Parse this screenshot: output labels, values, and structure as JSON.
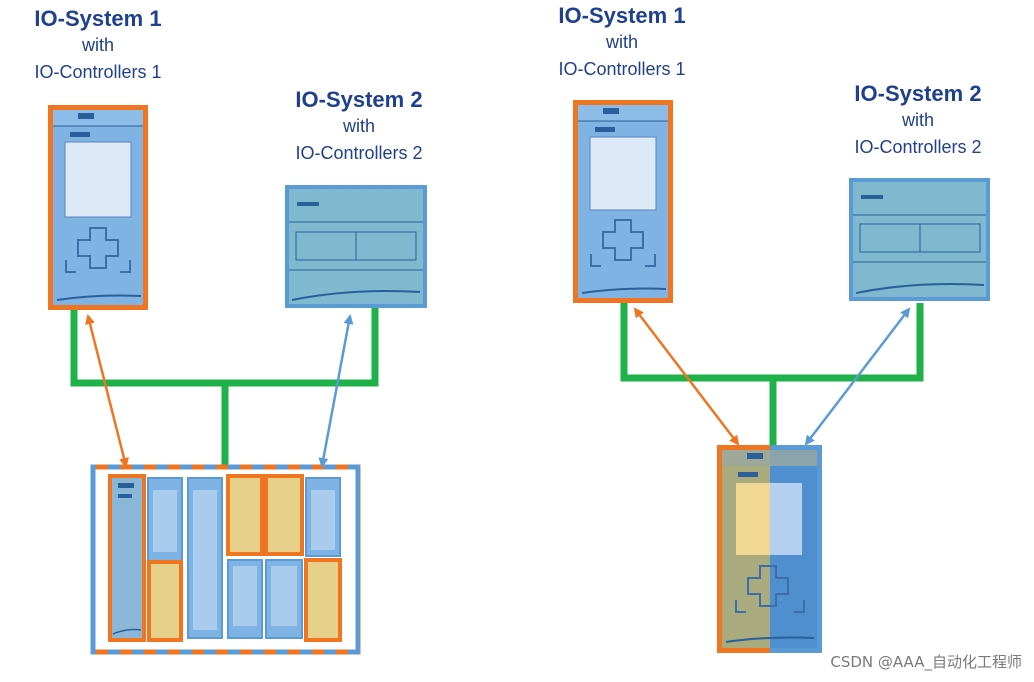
{
  "left": {
    "system1": {
      "title": "IO-System 1",
      "with": "with",
      "controllers": "IO-Controllers 1"
    },
    "system2": {
      "title": "IO-System 2",
      "with": "with",
      "controllers": "IO-Controllers 2"
    }
  },
  "right": {
    "system1": {
      "title": "IO-System 1",
      "with": "with",
      "controllers": "IO-Controllers 1"
    },
    "system2": {
      "title": "IO-System 2",
      "with": "with",
      "controllers": "IO-Controllers 2"
    }
  },
  "watermark": "CSDN @AAA_自动化工程师",
  "colors": {
    "system1": "#f07521",
    "system2": "#5b9bd5",
    "network": "#1fb14a",
    "label": "#1f3f8f",
    "device_body": "#7fb3e3",
    "device_dark": "#2a5f9a",
    "module_yellow": "#e6d08a"
  }
}
